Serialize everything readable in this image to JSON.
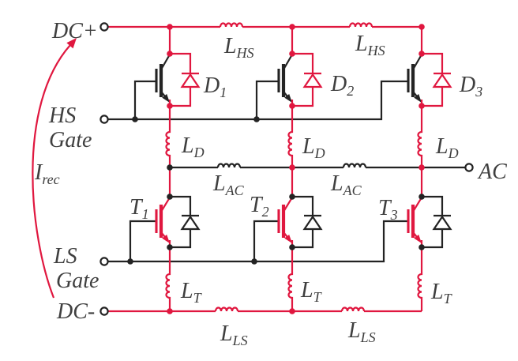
{
  "colors": {
    "red": "#e0173f",
    "black": "#232323",
    "text": "#3f3f3f",
    "bg": "#ffffff"
  },
  "terminals": {
    "dc_plus": "DC+",
    "dc_minus": "DC-",
    "ac": "AC",
    "hs_gate": {
      "line1": "HS",
      "line2": "Gate"
    },
    "ls_gate": {
      "line1": "LS",
      "line2": "Gate"
    }
  },
  "currents": {
    "i_rec": {
      "main": "I",
      "sub": "rec"
    }
  },
  "inductors": {
    "l_hs": {
      "main": "L",
      "sub": "HS"
    },
    "l_d": {
      "main": "L",
      "sub": "D"
    },
    "l_ac": {
      "main": "L",
      "sub": "AC"
    },
    "l_t": {
      "main": "L",
      "sub": "T"
    },
    "l_ls": {
      "main": "L",
      "sub": "LS"
    }
  },
  "diodes": {
    "d1": {
      "main": "D",
      "sub": "1"
    },
    "d2": {
      "main": "D",
      "sub": "2"
    },
    "d3": {
      "main": "D",
      "sub": "3"
    }
  },
  "transistors": {
    "t1": {
      "main": "T",
      "sub": "1"
    },
    "t2": {
      "main": "T",
      "sub": "2"
    },
    "t3": {
      "main": "T",
      "sub": "3"
    }
  }
}
